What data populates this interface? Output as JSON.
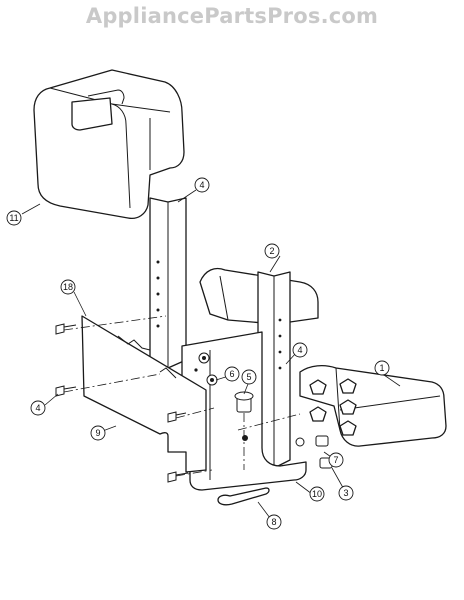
{
  "watermark": "AppliancePartsPros.com",
  "callouts": [
    {
      "id": "1",
      "label": "1"
    },
    {
      "id": "2",
      "label": "2"
    },
    {
      "id": "3",
      "label": "3"
    },
    {
      "id": "4a",
      "label": "4"
    },
    {
      "id": "4b",
      "label": "4"
    },
    {
      "id": "4c",
      "label": "4"
    },
    {
      "id": "5",
      "label": "5"
    },
    {
      "id": "6",
      "label": "6"
    },
    {
      "id": "7",
      "label": "7"
    },
    {
      "id": "8",
      "label": "8"
    },
    {
      "id": "9",
      "label": "9"
    },
    {
      "id": "10",
      "label": "10"
    },
    {
      "id": "11",
      "label": "11"
    },
    {
      "id": "18",
      "label": "18"
    }
  ]
}
